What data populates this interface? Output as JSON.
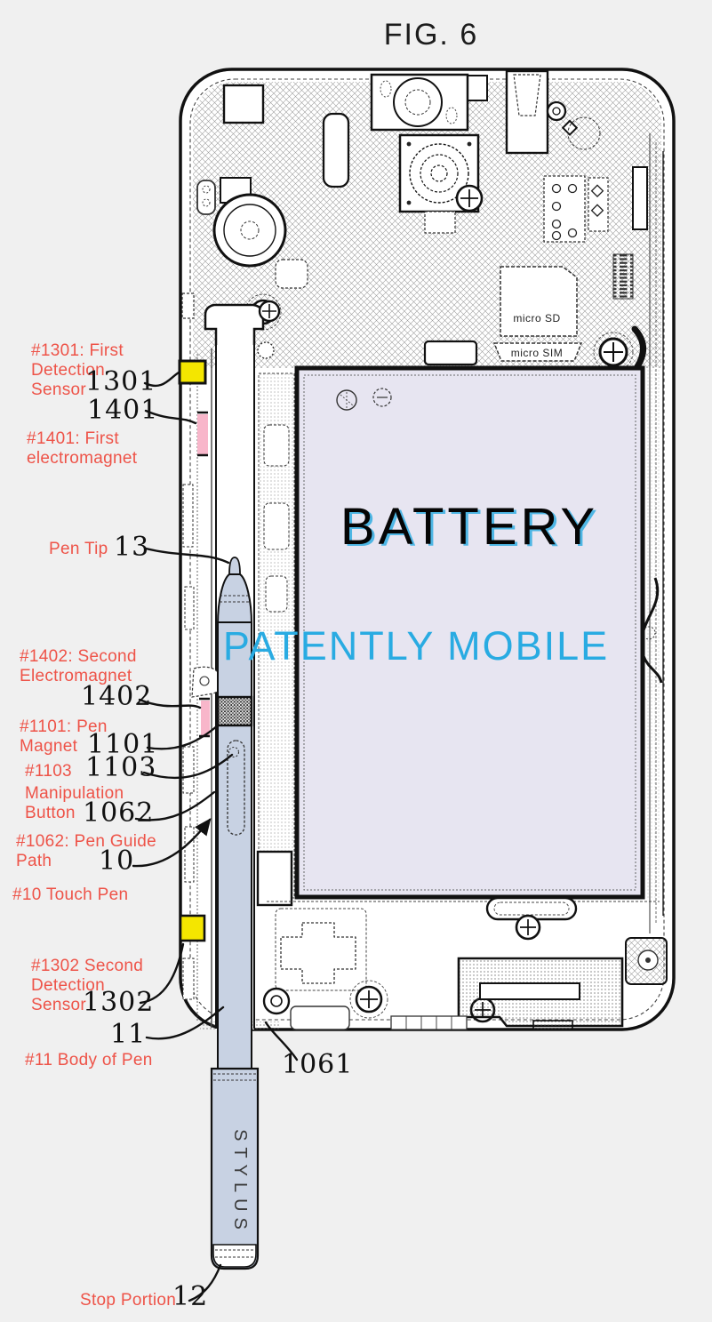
{
  "figure_title": "FIG. 6",
  "watermark": "PATENTLY MOBILE",
  "battery_label": "BATTERY",
  "stylus_label": "STYLUS",
  "card_slots": {
    "micro_sd": "micro SD",
    "micro_sim": "micro SIM"
  },
  "colors": {
    "label_red": "#ee5348",
    "watermark_cyan": "#29abe2",
    "sensor_yellow": "#f4e600",
    "magnet_pink": "#f8b6ca",
    "pen_blue": "#c8d2e3",
    "battery_fill": "#e7e5f1"
  },
  "callouts": {
    "s1301": {
      "label": "#1301: First\nDetection\nSensor",
      "num": "1301"
    },
    "s1401": {
      "label": "#1401: First\nelectromagnet",
      "num": "1401"
    },
    "pen_tip": {
      "label": "Pen Tip",
      "num": "13"
    },
    "s1402": {
      "label": "#1402: Second\nElectromagnet",
      "num": "1402"
    },
    "pen_magnet": {
      "label": "#1101: Pen\nMagnet",
      "num": "1101"
    },
    "manip_ref": {
      "label": "#1103",
      "num": "1103"
    },
    "manip_button": {
      "label": "Manipulation\nButton"
    },
    "guide_path": {
      "label": "#1062: Pen Guide\nPath",
      "num": "1062"
    },
    "touch_pen": {
      "label": "#10 Touch Pen",
      "num": "10"
    },
    "s1302": {
      "label": "#1302 Second\nDetection\nSensor",
      "num": "1302"
    },
    "pen_body": {
      "label": "#11 Body of Pen",
      "num": "11"
    },
    "insertion_hole": {
      "num": "1061"
    },
    "stop_portion": {
      "label": "Stop Portion",
      "num": "12"
    }
  }
}
